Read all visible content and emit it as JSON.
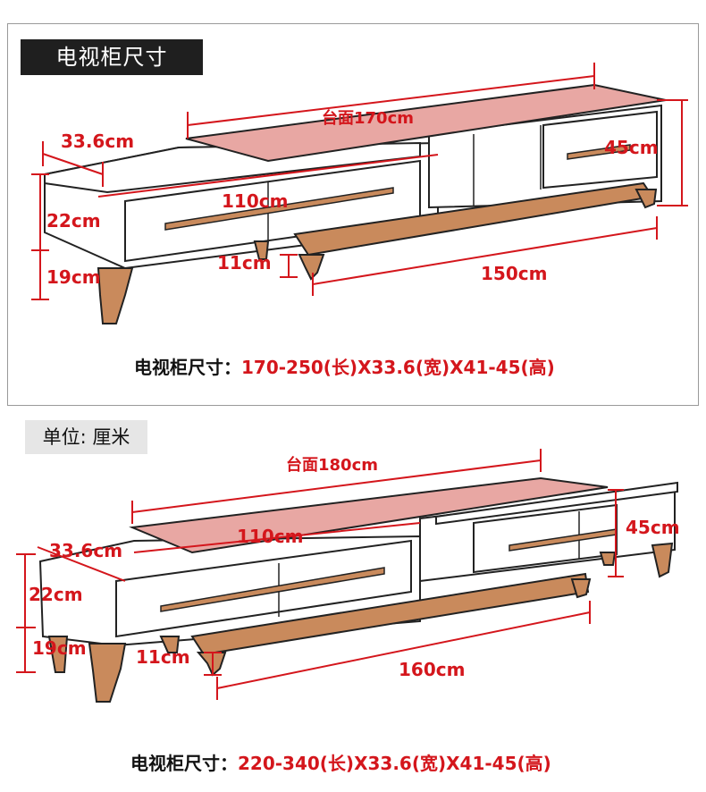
{
  "sections": [
    {
      "title": "电视柜尺寸",
      "top_length": "台面170cm",
      "depth": "33.6cm",
      "drawer_width": "110cm",
      "side_height": "45cm",
      "cabinet_height": "22cm",
      "leg_height": "19cm",
      "base_gap": "11cm",
      "base_length": "150cm",
      "summary_label": "电视柜尺寸：",
      "summary_value": "170-250(长)X33.6(宽)X41-45(高)"
    },
    {
      "title": "单位: 厘米",
      "top_length": "台面180cm",
      "depth": "33.6cm",
      "drawer_width": "110cm",
      "side_height": "45cm",
      "cabinet_height": "22cm",
      "leg_height": "19cm",
      "base_gap": "11cm",
      "base_length": "160cm",
      "summary_label": "电视柜尺寸：",
      "summary_value": "220-340(长)X33.6(宽)X41-45(高)"
    }
  ],
  "colors": {
    "accent_red": "#d4161c",
    "top_pink": "#e8a7a3",
    "wood": "#c98a5c",
    "outline": "#222222"
  }
}
